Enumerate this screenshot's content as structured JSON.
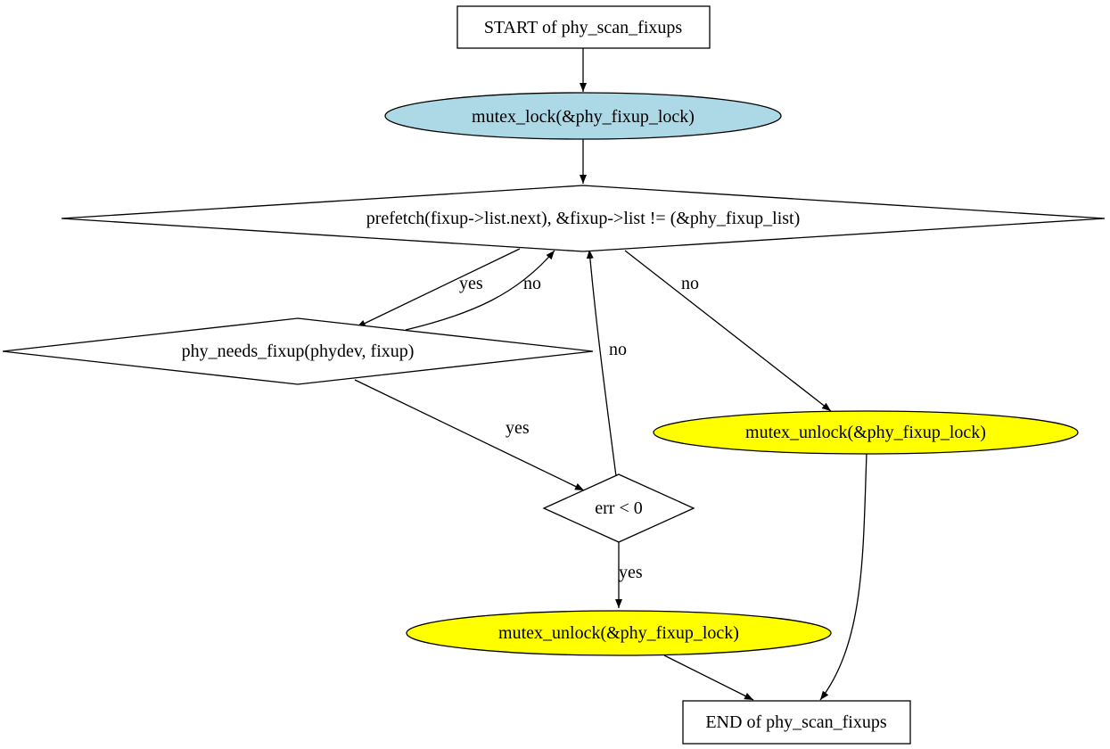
{
  "diagram": {
    "nodes": {
      "start": {
        "label": "START of phy_scan_fixups",
        "shape": "box",
        "fill": "#ffffff"
      },
      "lock": {
        "label": "mutex_lock(&phy_fixup_lock)",
        "shape": "ellipse",
        "fill": "#add8e6"
      },
      "loop_cond": {
        "label": "prefetch(fixup->list.next), &fixup->list != (&phy_fixup_list)",
        "shape": "diamond",
        "fill": "#ffffff"
      },
      "needs_fixup": {
        "label": "phy_needs_fixup(phydev, fixup)",
        "shape": "diamond",
        "fill": "#ffffff"
      },
      "err_check": {
        "label": "err < 0",
        "shape": "diamond",
        "fill": "#ffffff"
      },
      "unlock_right": {
        "label": "mutex_unlock(&phy_fixup_lock)",
        "shape": "ellipse",
        "fill": "#ffff00"
      },
      "unlock_bottom": {
        "label": "mutex_unlock(&phy_fixup_lock)",
        "shape": "ellipse",
        "fill": "#ffff00"
      },
      "end": {
        "label": "END of phy_scan_fixups",
        "shape": "box",
        "fill": "#ffffff"
      }
    },
    "edges": [
      {
        "from": "start",
        "to": "lock",
        "label": ""
      },
      {
        "from": "lock",
        "to": "loop_cond",
        "label": ""
      },
      {
        "from": "loop_cond",
        "to": "needs_fixup",
        "label": "yes"
      },
      {
        "from": "needs_fixup",
        "to": "loop_cond",
        "label": "no"
      },
      {
        "from": "loop_cond",
        "to": "unlock_right",
        "label": "no"
      },
      {
        "from": "needs_fixup",
        "to": "err_check",
        "label": "yes"
      },
      {
        "from": "err_check",
        "to": "loop_cond",
        "label": "no"
      },
      {
        "from": "err_check",
        "to": "unlock_bottom",
        "label": "yes"
      },
      {
        "from": "unlock_bottom",
        "to": "end",
        "label": ""
      },
      {
        "from": "unlock_right",
        "to": "end",
        "label": ""
      }
    ]
  }
}
